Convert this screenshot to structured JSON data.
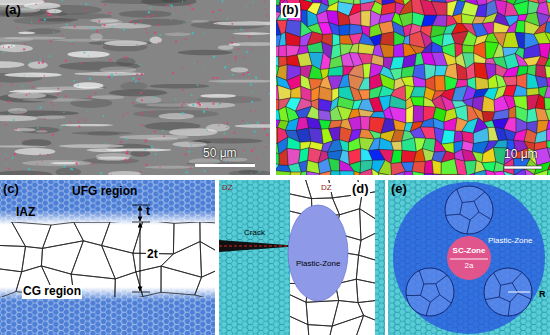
{
  "diagram": {
    "nodes": [
      {
        "text": [
          "(a)",
          "50 μm"
        ]
      },
      {
        "text": [
          "(b)",
          "10 μm"
        ]
      },
      {
        "text": [
          "(c)"
        ]
      },
      {
        "text": [
          "UFG region"
        ],
        "in": 2
      },
      {
        "text": [
          "CG region"
        ],
        "in": 2
      },
      {
        "text": [
          "(d)"
        ]
      },
      {
        "text": [
          "Plastic-Zone"
        ],
        "in": 5
      },
      {
        "text": [
          "(e)"
        ]
      },
      {
        "text": [
          "Plastic-Zone"
        ],
        "in": 7
      },
      {
        "text": [
          "SC-Zone",
          "2a"
        ],
        "in": 8
      }
    ],
    "labels": [
      "IAZ",
      "t",
      "2t",
      "DZ",
      "DZ",
      "Crack",
      "R"
    ]
  }
}
